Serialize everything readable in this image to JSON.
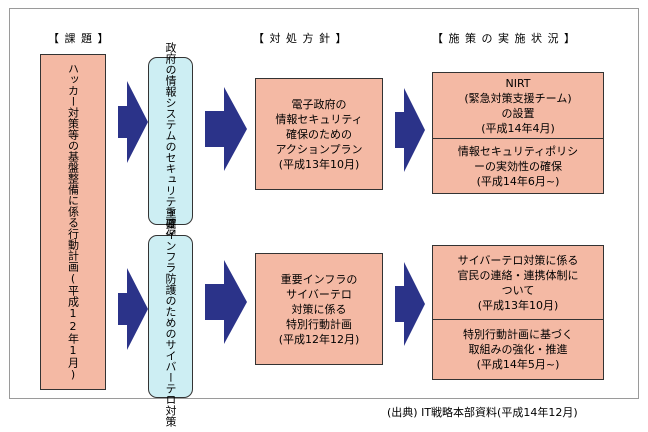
{
  "headers": {
    "issue": "【 課 題 】",
    "policy": "【 対 処 方 針 】",
    "status": "【 施 策 の 実 施 状 況 】"
  },
  "issue_box": "ハッカー対策等の基盤整備に係る行動計画(平成12年1月)",
  "rows": [
    {
      "topic": "政府の情報システムのセキュリティ確保",
      "policy": "電子政府の\n情報セキュリティ\n確保のための\nアクションプラン\n(平成13年10月)",
      "status": [
        "NIRT\n(緊急対策支援チーム)\nの設置\n(平成14年4月)",
        "情報セキュリティポリシ\nーの実効性の確保\n(平成14年6月~)"
      ]
    },
    {
      "topic": "重要インフラ防護のためのサイバーテロ対策",
      "policy": "重要インフラの\nサイバーテロ\n対策に係る\n特別行動計画\n(平成12年12月)",
      "status": [
        "サイバーテロ対策に係る\n官民の連絡・連携体制に\nついて\n(平成13年10月)",
        "特別行動計画に基づく\n取組みの強化・推進\n(平成14年5月~)"
      ]
    }
  ],
  "footer": "(出典) IT戦略本部資料(平成14年12月)",
  "colors": {
    "salmon": "#f4b9a4",
    "cyan": "#cdeef3",
    "arrow": "#2b3389"
  }
}
